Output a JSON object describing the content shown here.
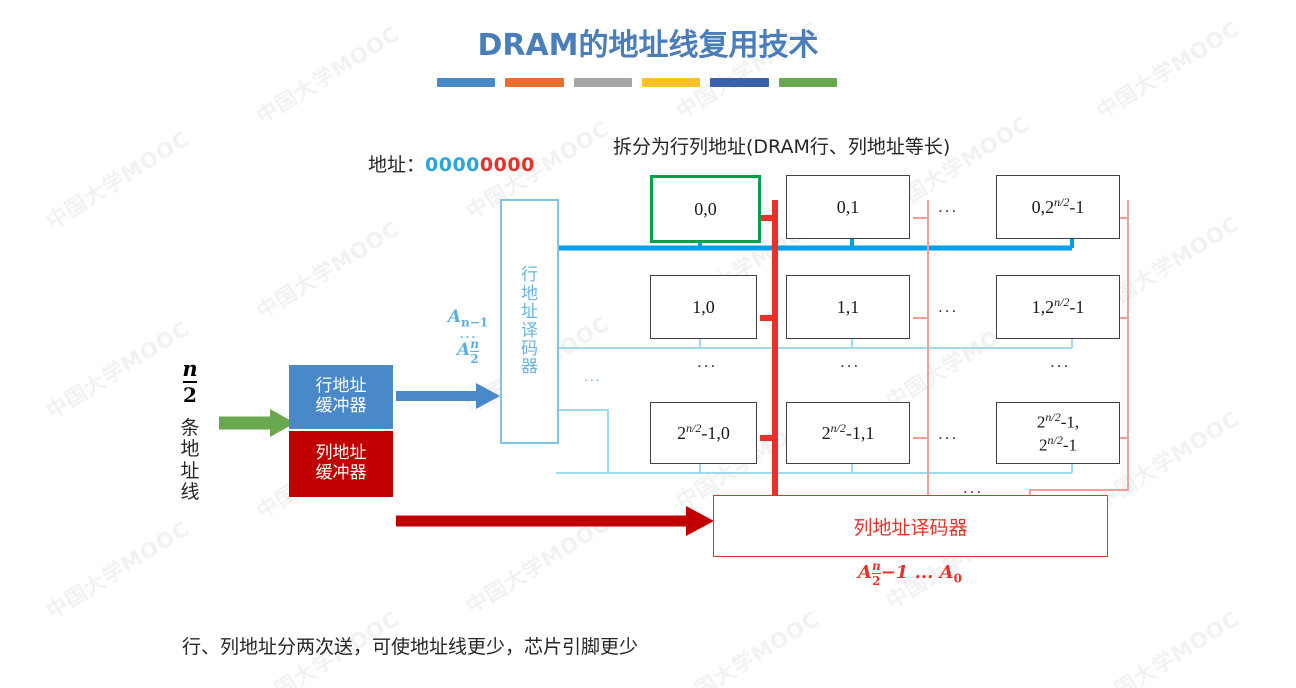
{
  "slide": {
    "title": "DRAM的地址线复用技术",
    "accent_bars": [
      "#4a89c8",
      "#e8702a",
      "#a5a5a5",
      "#fac224",
      "#3a60ab",
      "#6aa84f"
    ],
    "watermark_text": "中国大学MOOC",
    "caption": "行、列地址分两次送，可使地址线更少，芯片引脚更少"
  },
  "address": {
    "label": "地址：",
    "row_bits": "0000",
    "col_bits": "0000",
    "row_bits_color": "#2ba3dd",
    "col_bits_color": "#e8312a"
  },
  "split_note": "拆分为行列地址(DRAM行、列地址等长)",
  "left_bus": {
    "fraction_numerator": "n",
    "fraction_denominator": "2",
    "vertical_text": [
      "条",
      "地",
      "址",
      "线"
    ],
    "arrow_color": "#6aa84f"
  },
  "buffers": [
    {
      "name": "row-address-buffer",
      "lines": [
        "行地址",
        "缓冲器"
      ],
      "color": "#4a89c8"
    },
    {
      "name": "column-address-buffer",
      "lines": [
        "列地址",
        "缓冲器"
      ],
      "color": "#c00000"
    }
  ],
  "row_decoder": {
    "chars": [
      "行",
      "地",
      "址",
      "译",
      "码",
      "器"
    ],
    "color": "#6ab4e0",
    "bus_top": "A",
    "bus_top_sub": "n−1",
    "bus_dots": "...",
    "bus_bottom": "A",
    "bus_bottom_num": "n",
    "bus_bottom_den": "2"
  },
  "column_decoder": {
    "label": "列地址译码器",
    "color": "#e8312a",
    "bus_a": "A",
    "bus_num": "n",
    "bus_den": "2",
    "bus_minus": "−1",
    "bus_dots": "...",
    "bus_last": "A",
    "bus_last_sub": "0"
  },
  "matrix": {
    "ellipsis": "...",
    "selected_cell": "0,0",
    "selected_border_color": "#00a14b",
    "row_line_color": "#00a0e9",
    "row_line_dim_color": "#9fd8ef",
    "col_line_color": "#e8312a",
    "col_line_dim_color": "#f2a09c",
    "rows": [
      {
        "cells": [
          {
            "text": "0,0",
            "selected": true
          },
          {
            "text": "0,1",
            "selected": false
          },
          {
            "text": "0,2^n/2-1",
            "selected": false
          }
        ]
      },
      {
        "cells": [
          {
            "text": "1,0",
            "selected": false
          },
          {
            "text": "1,1",
            "selected": false
          },
          {
            "text": "1,2^n/2-1",
            "selected": false
          }
        ]
      },
      {
        "cells": [
          {
            "text": "2^n/2-1,0",
            "selected": false
          },
          {
            "text": "2^n/2-1,1",
            "selected": false
          },
          {
            "text": "2^n/2-1, 2^n/2-1",
            "selected": false
          }
        ]
      }
    ]
  }
}
